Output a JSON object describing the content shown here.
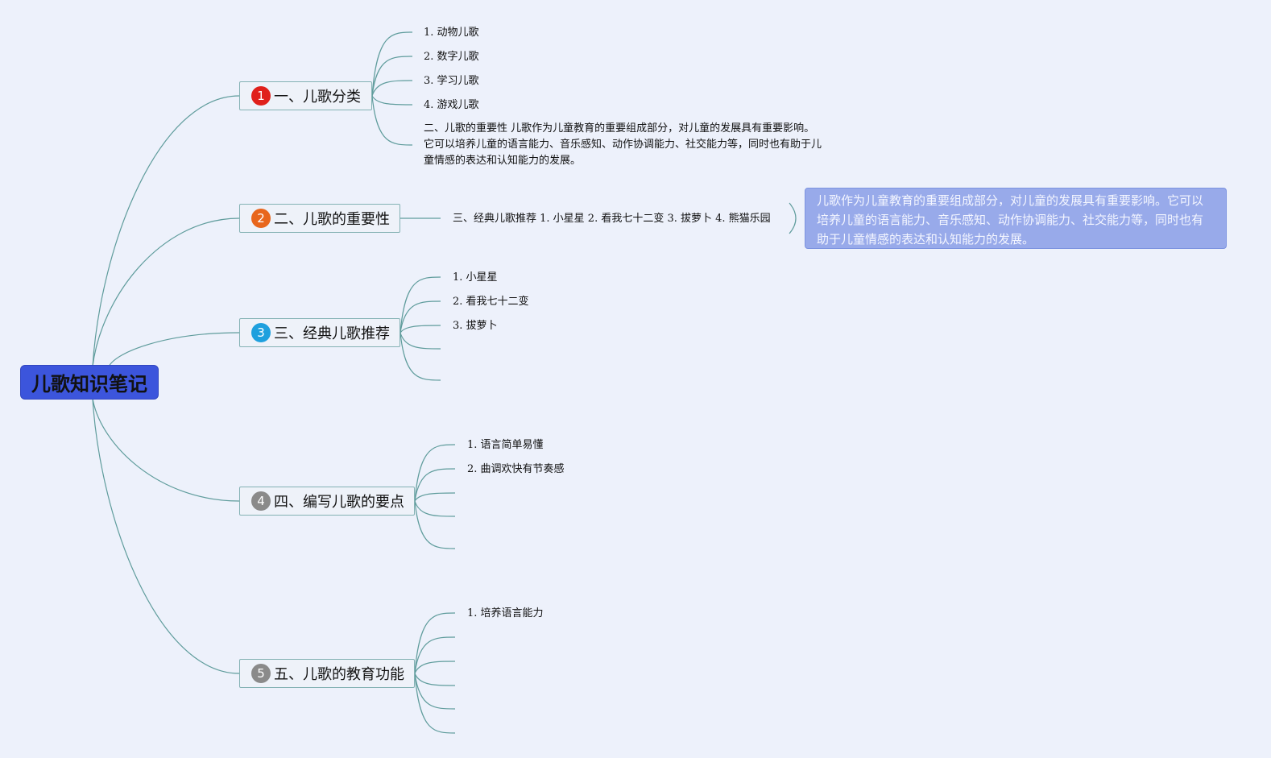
{
  "root": {
    "title": "儿歌知识笔记",
    "color": "#3c55dc"
  },
  "branches": [
    {
      "num": "1",
      "label": "一、儿歌分类",
      "badge_color": "#e0201b",
      "children": [
        "1. 动物儿歌",
        "2. 数字儿歌",
        "3. 学习儿歌",
        "4. 游戏儿歌",
        "二、儿歌的重要性 儿歌作为儿童教育的重要组成部分，对儿童的发展具有重要影响。它可以培养儿童的语言能力、音乐感知、动作协调能力、社交能力等，同时也有助于儿童情感的表达和认知能力的发展。"
      ]
    },
    {
      "num": "2",
      "label": "二、儿歌的重要性",
      "badge_color": "#e8661c",
      "children": [
        "三、经典儿歌推荐 1. 小星星 2. 看我七十二变 3. 拔萝卜 4. 熊猫乐园"
      ]
    },
    {
      "num": "3",
      "label": "三、经典儿歌推荐",
      "badge_color": "#1ea0de",
      "children": [
        "1. 小星星",
        "2. 看我七十二变",
        "3. 拔萝卜",
        "",
        ""
      ]
    },
    {
      "num": "4",
      "label": "四、编写儿歌的要点",
      "badge_color": "#8a8a8a",
      "children": [
        "1. 语言简单易懂",
        "2. 曲调欢快有节奏感",
        "",
        "",
        ""
      ]
    },
    {
      "num": "5",
      "label": "五、儿歌的教育功能",
      "badge_color": "#8a8a8a",
      "children": [
        "1. 培养语言能力",
        "",
        "",
        "",
        "",
        ""
      ]
    }
  ],
  "callout": {
    "text": "儿歌作为儿童教育的重要组成部分，对儿童的发展具有重要影响。它可以培养儿童的语言能力、音乐感知、动作协调能力、社交能力等，同时也有助于儿童情感的表达和认知能力的发展。"
  },
  "colors": {
    "connector": "#5f9c9c",
    "background": "#edf1fb"
  }
}
